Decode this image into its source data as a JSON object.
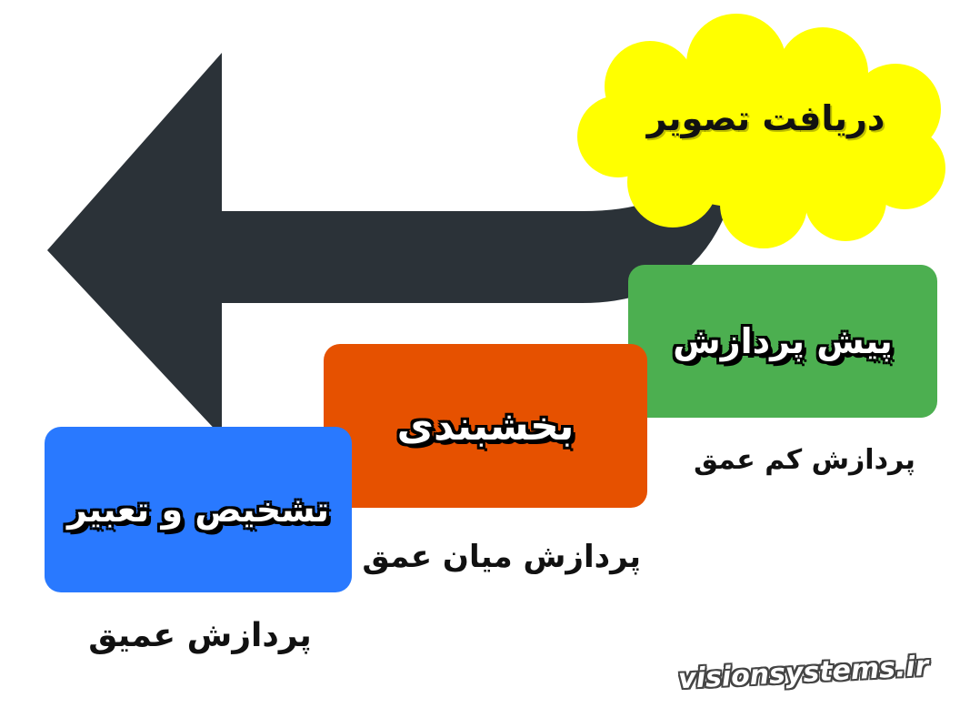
{
  "colors": {
    "arrow": "#2b3238",
    "cloud": "#ffff00",
    "green_box": "#4caf50",
    "orange_box": "#e65100",
    "blue_box": "#2979ff",
    "text_dark": "#111111",
    "text_light": "#ffffff"
  },
  "diagram": {
    "start_label": "دریافت تصویر",
    "stages": [
      {
        "label": "پیش پردازش",
        "caption": "پردازش کم عمق"
      },
      {
        "label": "بخشبندی",
        "caption": "پردازش میان عمق"
      },
      {
        "label": "تشخیص و تعبیر",
        "caption": "پردازش عمیق"
      }
    ]
  },
  "watermark": "visionsystems.ir"
}
